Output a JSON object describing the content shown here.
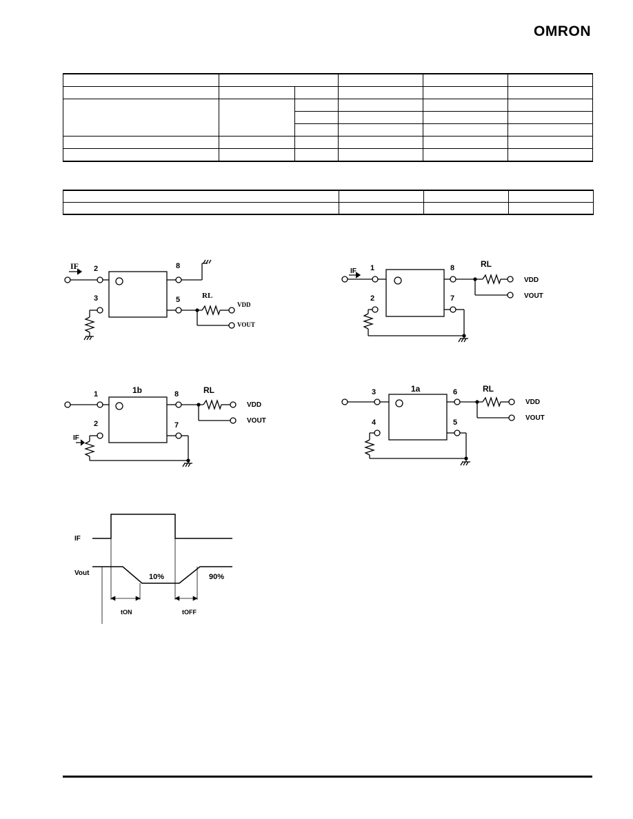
{
  "header": {
    "logo_text": "OMRON"
  },
  "circuit_a": {
    "input_label": "IF",
    "pin_top_left": "2",
    "pin_bottom_left": "3",
    "pin_top_right": "8",
    "pin_bottom_right": "5",
    "resistor_label": "RL",
    "vdd_label": "VDD",
    "vout_label": "VOUT"
  },
  "circuit_b": {
    "input_label": "IF",
    "pin_top_left": "1",
    "pin_bottom_left": "2",
    "pin_top_right": "8",
    "pin_bottom_right": "7",
    "resistor_label": "RL",
    "vdd_label": "VDD",
    "vout_label": "VOUT"
  },
  "circuit_c": {
    "input_label": "IF",
    "block_label": "1b",
    "pin_top_left": "1",
    "pin_bottom_left": "2",
    "pin_top_right": "8",
    "pin_bottom_right": "7",
    "resistor_label": "RL",
    "vdd_label": "VDD",
    "vout_label": "VOUT"
  },
  "circuit_d": {
    "block_label": "1a",
    "pin_top_left": "3",
    "pin_bottom_left": "4",
    "pin_top_right": "6",
    "pin_bottom_right": "5",
    "resistor_label": "RL",
    "vdd_label": "VDD",
    "vout_label": "VOUT"
  },
  "timing": {
    "if_label": "IF",
    "vout_label": "Vout",
    "pct_low": "10%",
    "pct_high": "90%",
    "ton_label": "tON",
    "toff_label": "tOFF"
  }
}
